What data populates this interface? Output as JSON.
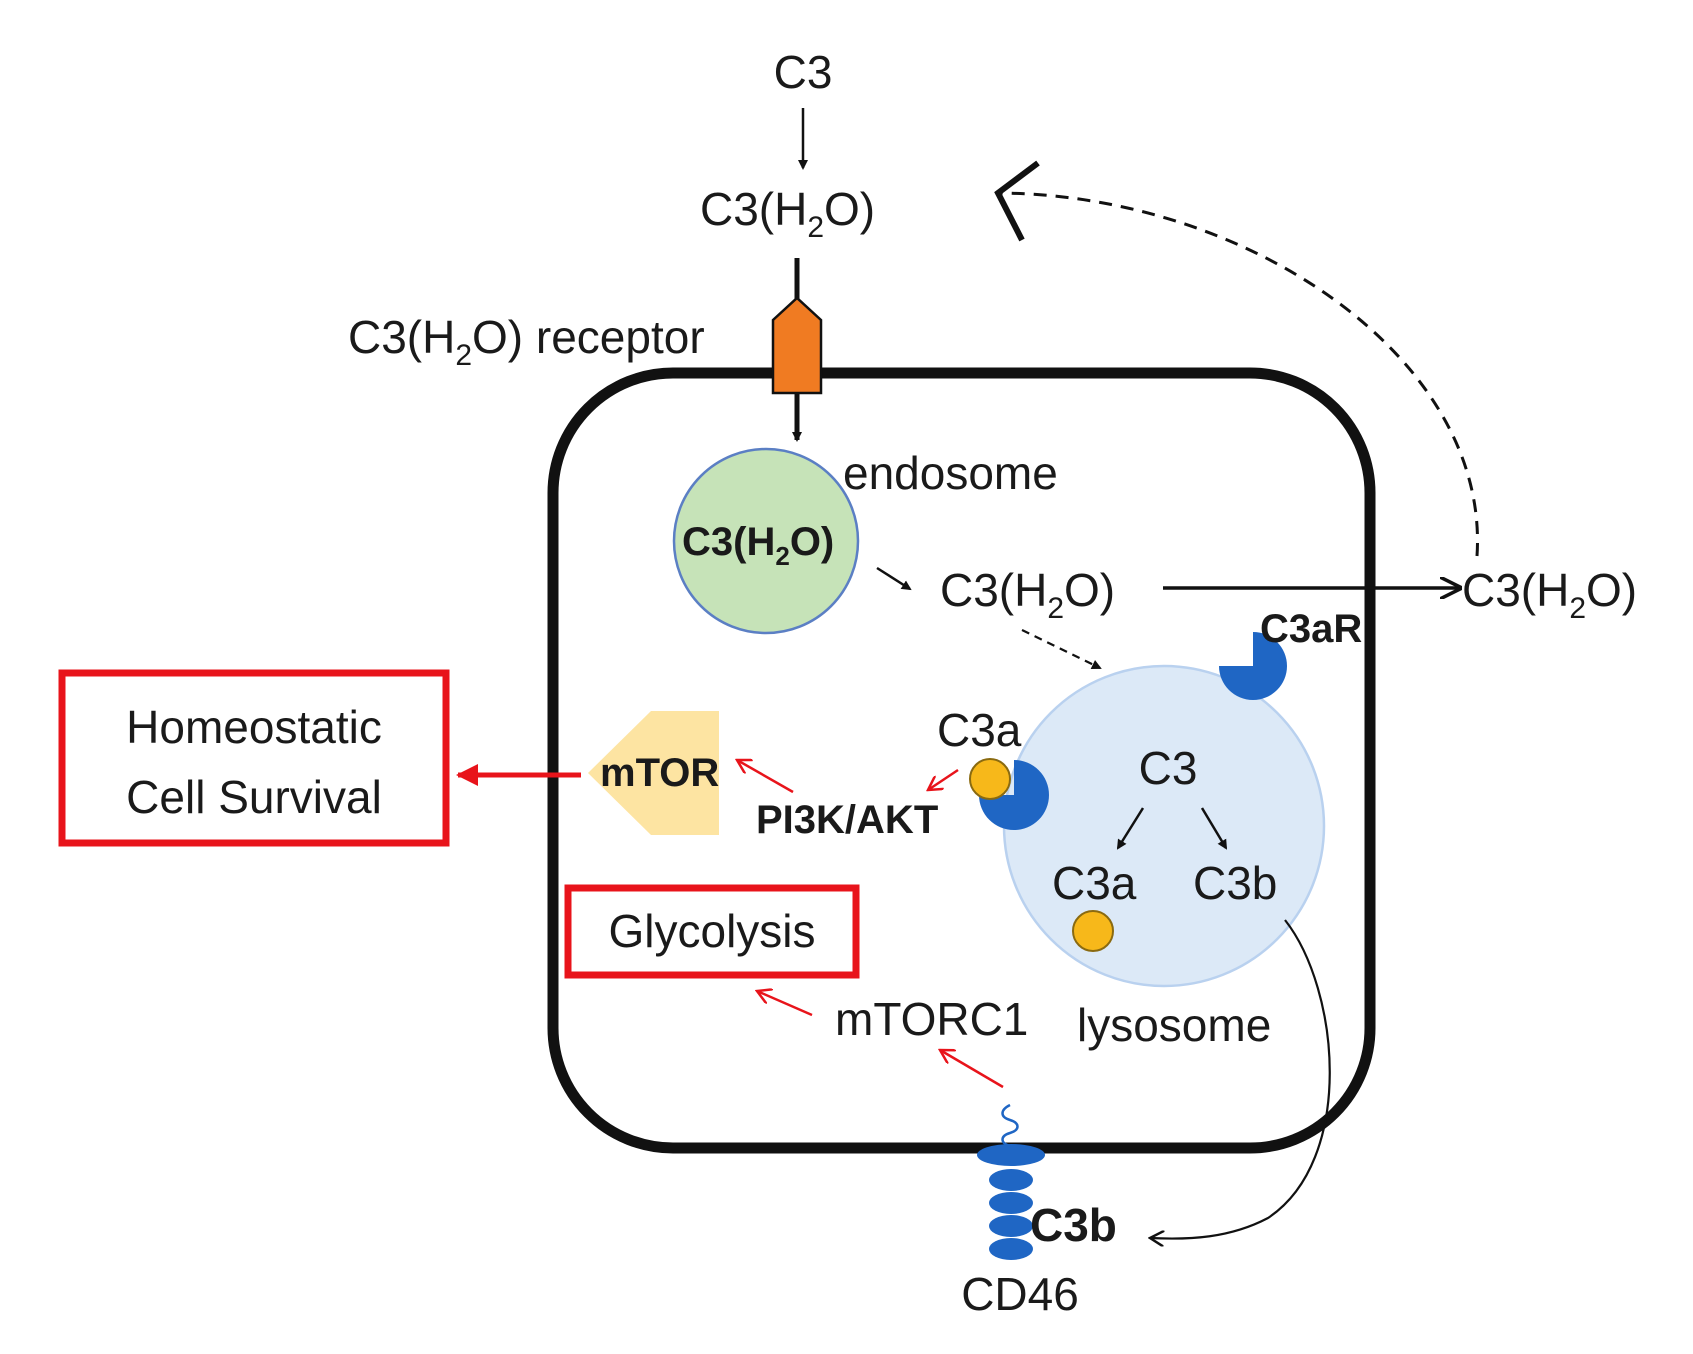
{
  "labels": {
    "c3_top": "C3",
    "c3h2o_top_main": "C3(H",
    "c3h2o_sub": "2",
    "c3h2o_tail": "O)",
    "receptor_main": "C3(H",
    "receptor_tail": "O)  receptor",
    "endosome": "endosome",
    "endosome_inner_main": "C3(H",
    "endosome_inner_tail": "O)",
    "c3h2o_mid_main": "C3(H",
    "c3h2o_mid_tail": "O)",
    "c3h2o_right_main": "C3(H",
    "c3h2o_right_tail": "O)",
    "c3ar": "C3aR",
    "c3a_upper": "C3a",
    "lysosome_c3": "C3",
    "lysosome_c3a": "C3a",
    "lysosome_c3b": "C3b",
    "lysosome": "lysosome",
    "mtor": "mTOR",
    "pi3k_akt": "PI3K/AKT",
    "homeostatic_line1": "Homeostatic",
    "homeostatic_line2": "Cell Survival",
    "glycolysis": "Glycolysis",
    "mtorc1": "mTORC1",
    "c3b_bottom": "C3b",
    "cd46": "CD46"
  },
  "colors": {
    "cell_border": "#111111",
    "endosome_fill": "#c6e3b8",
    "endosome_stroke": "#5b7fc4",
    "lysosome_fill": "#dce9f7",
    "lysosome_stroke": "#b9d1ef",
    "receptor_fill": "#f07b22",
    "receptor_c3ar": "#1f66c4",
    "c3a_ball": "#f7b81a",
    "mtor_fill": "#fde4a2",
    "highlight_red": "#e8141b",
    "cd46": "#1f66c4"
  },
  "icons": {
    "c3h2o_receptor": "receptor-icon",
    "c3a_receptor": "pacman-receptor-icon",
    "c3a_fragment": "ball-icon",
    "cd46_receptor": "cd46-icon"
  }
}
